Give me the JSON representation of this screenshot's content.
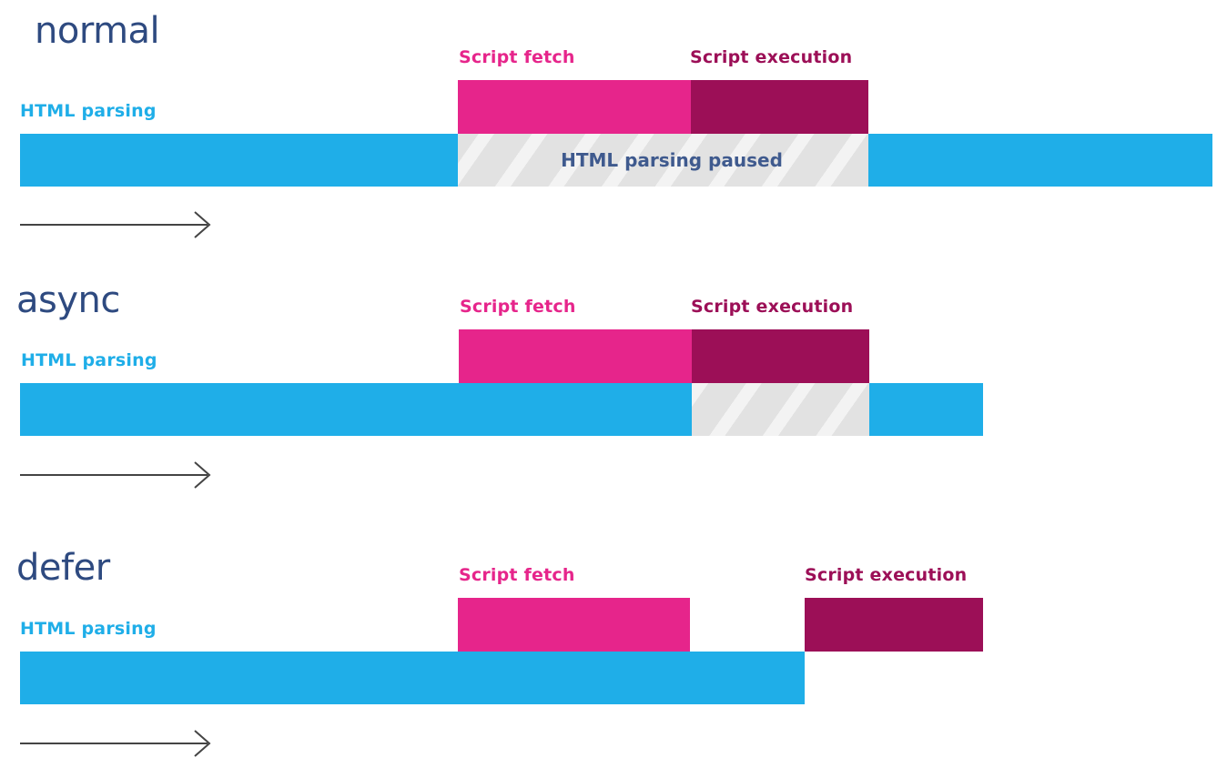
{
  "sections": [
    {
      "title": "normal",
      "labels": {
        "parsing": "HTML parsing",
        "fetch": "Script fetch",
        "execution": "Script execution"
      },
      "paused_label": "HTML parsing paused"
    },
    {
      "title": "async",
      "labels": {
        "parsing": "HTML parsing",
        "fetch": "Script fetch",
        "execution": "Script execution"
      }
    },
    {
      "title": "defer",
      "labels": {
        "parsing": "HTML parsing",
        "fetch": "Script fetch",
        "execution": "Script execution"
      }
    }
  ],
  "colors": {
    "title": "#2e4a80",
    "parsing": "#1faee8",
    "fetch": "#e6258b",
    "execution": "#9c0f57",
    "paused": "#e2e2e2",
    "arrow": "#444444"
  }
}
